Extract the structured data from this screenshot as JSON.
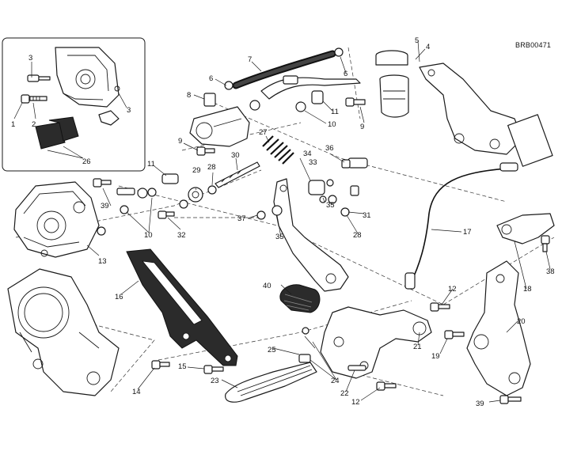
{
  "diagram": {
    "code": "BRB00471",
    "callouts": [
      "1",
      "2",
      "3",
      "3",
      "4",
      "5",
      "6",
      "6",
      "7",
      "8",
      "9",
      "9",
      "10",
      "10",
      "10",
      "11",
      "11",
      "12",
      "12",
      "13",
      "14",
      "15",
      "16",
      "17",
      "18",
      "19",
      "20",
      "21",
      "22",
      "23",
      "24",
      "25",
      "26",
      "27",
      "28",
      "28",
      "29",
      "30",
      "31",
      "32",
      "33",
      "34",
      "35",
      "35",
      "36",
      "37",
      "38",
      "39",
      "39",
      "40"
    ]
  }
}
